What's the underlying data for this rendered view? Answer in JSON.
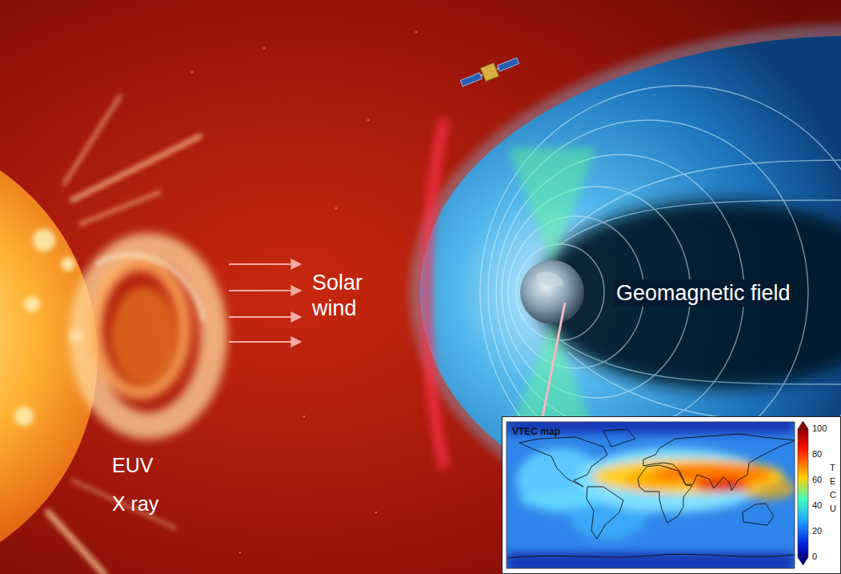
{
  "diagram": {
    "nodes": [
      {
        "text": [
          "VTEC map"
        ]
      }
    ],
    "labels": [
      "Solar wind",
      "Geomagnetic field",
      "EUV",
      "X ray",
      "100",
      "80",
      "60",
      "40",
      "20",
      "0",
      "T",
      "E",
      "C",
      "U"
    ]
  }
}
